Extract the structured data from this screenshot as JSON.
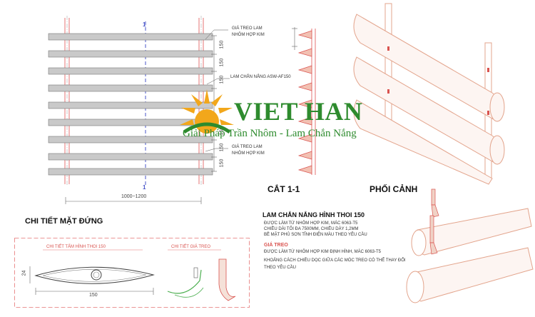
{
  "brand": {
    "name": "VIET HAN",
    "tagline": "Giải Pháp Trần Nhôm - Lam Chắn Nắng",
    "color_gold": "#f2a71b",
    "color_green": "#2e8b2e"
  },
  "elevation": {
    "section_mark_top": "1",
    "section_mark_bottom": "1",
    "callout_top_1": "GIÁ TREO LAM",
    "callout_top_2": "NHÔM HỢP KIM",
    "callout_mid": "LAM CHẮN NẮNG ASW-AF150",
    "callout_bot_1": "GIÁ TREO LAM",
    "callout_bot_2": "NHÔM HỢP KIM",
    "spacing_1": "150",
    "spacing_2": "150",
    "spacing_3": "150",
    "spacing_4": "150",
    "spacing_5": "150",
    "spacing_6": "150",
    "width_label": "1000~1200"
  },
  "section": {
    "title": "CẮT 1-1"
  },
  "perspective": {
    "title": "PHỐI CẢNH"
  },
  "detail": {
    "title": "CHI TIẾT MẶT ĐỨNG",
    "panel_label": "CHI TIẾT TẤM HÌNH THOI 150",
    "hanger_label": "CHI TIẾT GIÁ TREO",
    "height_dim": "24",
    "width_dim": "150"
  },
  "spec": {
    "title": "LAM CHẮN NẮNG HÌNH THOI 150",
    "lines": [
      "ĐƯỢC LÀM TỪ NHÔM HỢP KIM, MÁC 6063-T5",
      "CHIỀU DÀI TỐI ĐA 7500MM, CHIỀU DÀY 1,2MM",
      "BỀ MẶT PHỦ SƠN TĨNH ĐIỆN MÀU THEO YÊU CẦU"
    ],
    "hanger_title": "GIÁ TREO",
    "hanger_lines": [
      "ĐƯỢC LÀM TỪ NHÔM HỢP KIM ĐỊNH HÌNH, MÁC 6063-T5",
      "KHOẢNG CÁCH CHIỀU DỌC GIỮA CÁC MÓC TREO CÓ THỂ THAY ĐỔI",
      "THEO YÊU CẦU"
    ]
  }
}
